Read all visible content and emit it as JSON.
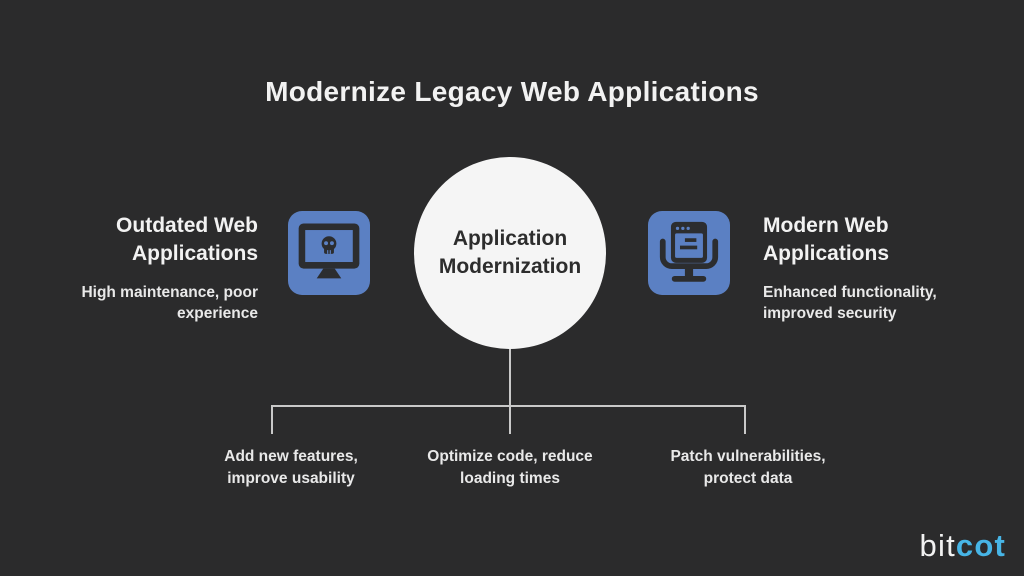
{
  "title": "Modernize Legacy Web Applications",
  "center_node": {
    "label": "Application\nModernization"
  },
  "left_node": {
    "heading": "Outdated Web\nApplications",
    "subtext": "High maintenance, poor\nexperience",
    "icon": "skull-monitor-icon"
  },
  "right_node": {
    "heading": "Modern Web\nApplications",
    "subtext": "Enhanced functionality,\nimproved security",
    "icon": "browser-monitor-icon"
  },
  "benefits": [
    {
      "label": "Add new features,\nimprove usability"
    },
    {
      "label": "Optimize code, reduce\nloading times"
    },
    {
      "label": "Patch vulnerabilities,\nprotect data"
    }
  ],
  "logo": {
    "part_white": "bit",
    "part_cyan": "cot"
  },
  "colors": {
    "background": "#2b2b2c",
    "icon_blue": "#5b80c3",
    "icon_dark": "#2c2d2f",
    "circle_fill": "#f5f5f5",
    "circle_text": "#2d2d2d",
    "text_white": "#f2f2f2",
    "line_gray": "#c9c9c9",
    "logo_cyan": "#47b5e6"
  }
}
